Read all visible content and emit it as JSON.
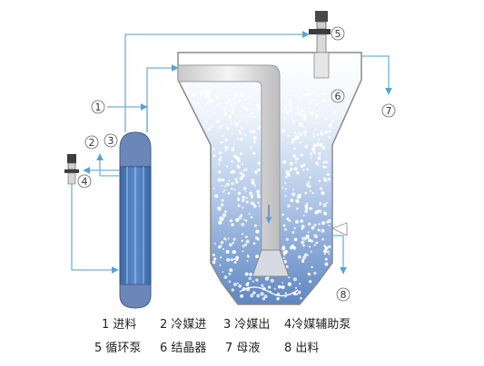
{
  "callouts": {
    "c1": "1",
    "c2": "2",
    "c3": "3",
    "c4": "4",
    "c5": "5",
    "c6": "6",
    "c7": "7",
    "c8": "8"
  },
  "legend": {
    "row1": [
      "1 进料",
      "2 冷媒进",
      "3 冷媒出",
      "4冷媒辅助泵"
    ],
    "row2": [
      "5 循环泵",
      "6 结晶器",
      "7 母液",
      "8 出料"
    ]
  },
  "colors": {
    "pipe": "#6fb0d8",
    "exchanger_tube": "#3f6fb0",
    "exchanger_cap": "#6b86b8",
    "crystallizer_top": "#ffffff",
    "crystallizer_bottom": "#6c8fc7",
    "outline": "#8a8a8a"
  }
}
